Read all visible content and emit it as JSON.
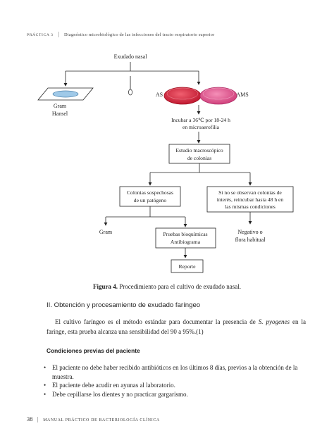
{
  "header": {
    "practice_label": "PRÁCTICA 3",
    "separator": "|",
    "title": "Diagnóstico microbiológico de las infecciones del tracto respiratorio superior"
  },
  "diagram": {
    "source": "Exudado nasal",
    "slide_label_1": "Gram",
    "slide_label_2": "Hansel",
    "plate_left_label": "AS",
    "plate_right_label": "AMS",
    "incubate_1": "Incubar a 36℃ por 18-24 h",
    "incubate_2": "en microaerofilia",
    "macro_1": "Estudio macroscópico",
    "macro_2": "de colonias",
    "suspect_1": "Colonias sospechosas",
    "suspect_2": "de un patógeno",
    "nonsus_1": "Si no se observan colonias de",
    "nonsus_2": "interés, reincubar hasta 48 h en",
    "nonsus_3": "las mismas condiciones",
    "gram": "Gram",
    "bio_1": "Pruebas bioquímicas",
    "bio_2": "Antibiograma",
    "neg_1": "Negativo o",
    "neg_2": "flora habitual",
    "report": "Reporte",
    "colors": {
      "plate_left": "#d8243a",
      "plate_right": "#e0568c",
      "slide_fill": "#9fc9e8"
    }
  },
  "caption": {
    "label": "Figura 4.",
    "text": " Procedimiento para el cultivo de exudado nasal."
  },
  "section": {
    "heading": "II.  Obtención y procesamiento de exudado faríngeo"
  },
  "paragraph": {
    "part1": "El cultivo faríngeo es el método estándar para documentar la presencia de ",
    "species": "S. pyogenes",
    "part2": " en la faringe, esta prueba alcanza una sensibilidad del 90 a 95%.(1)"
  },
  "conditions": {
    "heading": "Condiciones previas del paciente",
    "bullet_symbol": "•",
    "items": [
      "El paciente no debe haber recibido antibióticos en los últimos 8 días, previos a la obtención de la muestra.",
      "El paciente debe acudir en ayunas al laboratorio.",
      "Debe cepillarse los dientes y no practicar gargarismo."
    ]
  },
  "footer": {
    "page_number": "38",
    "separator": "|",
    "book_title": "MANUAL PRÁCTICO DE BACTERIOLOGÍA CLÍNICA"
  }
}
